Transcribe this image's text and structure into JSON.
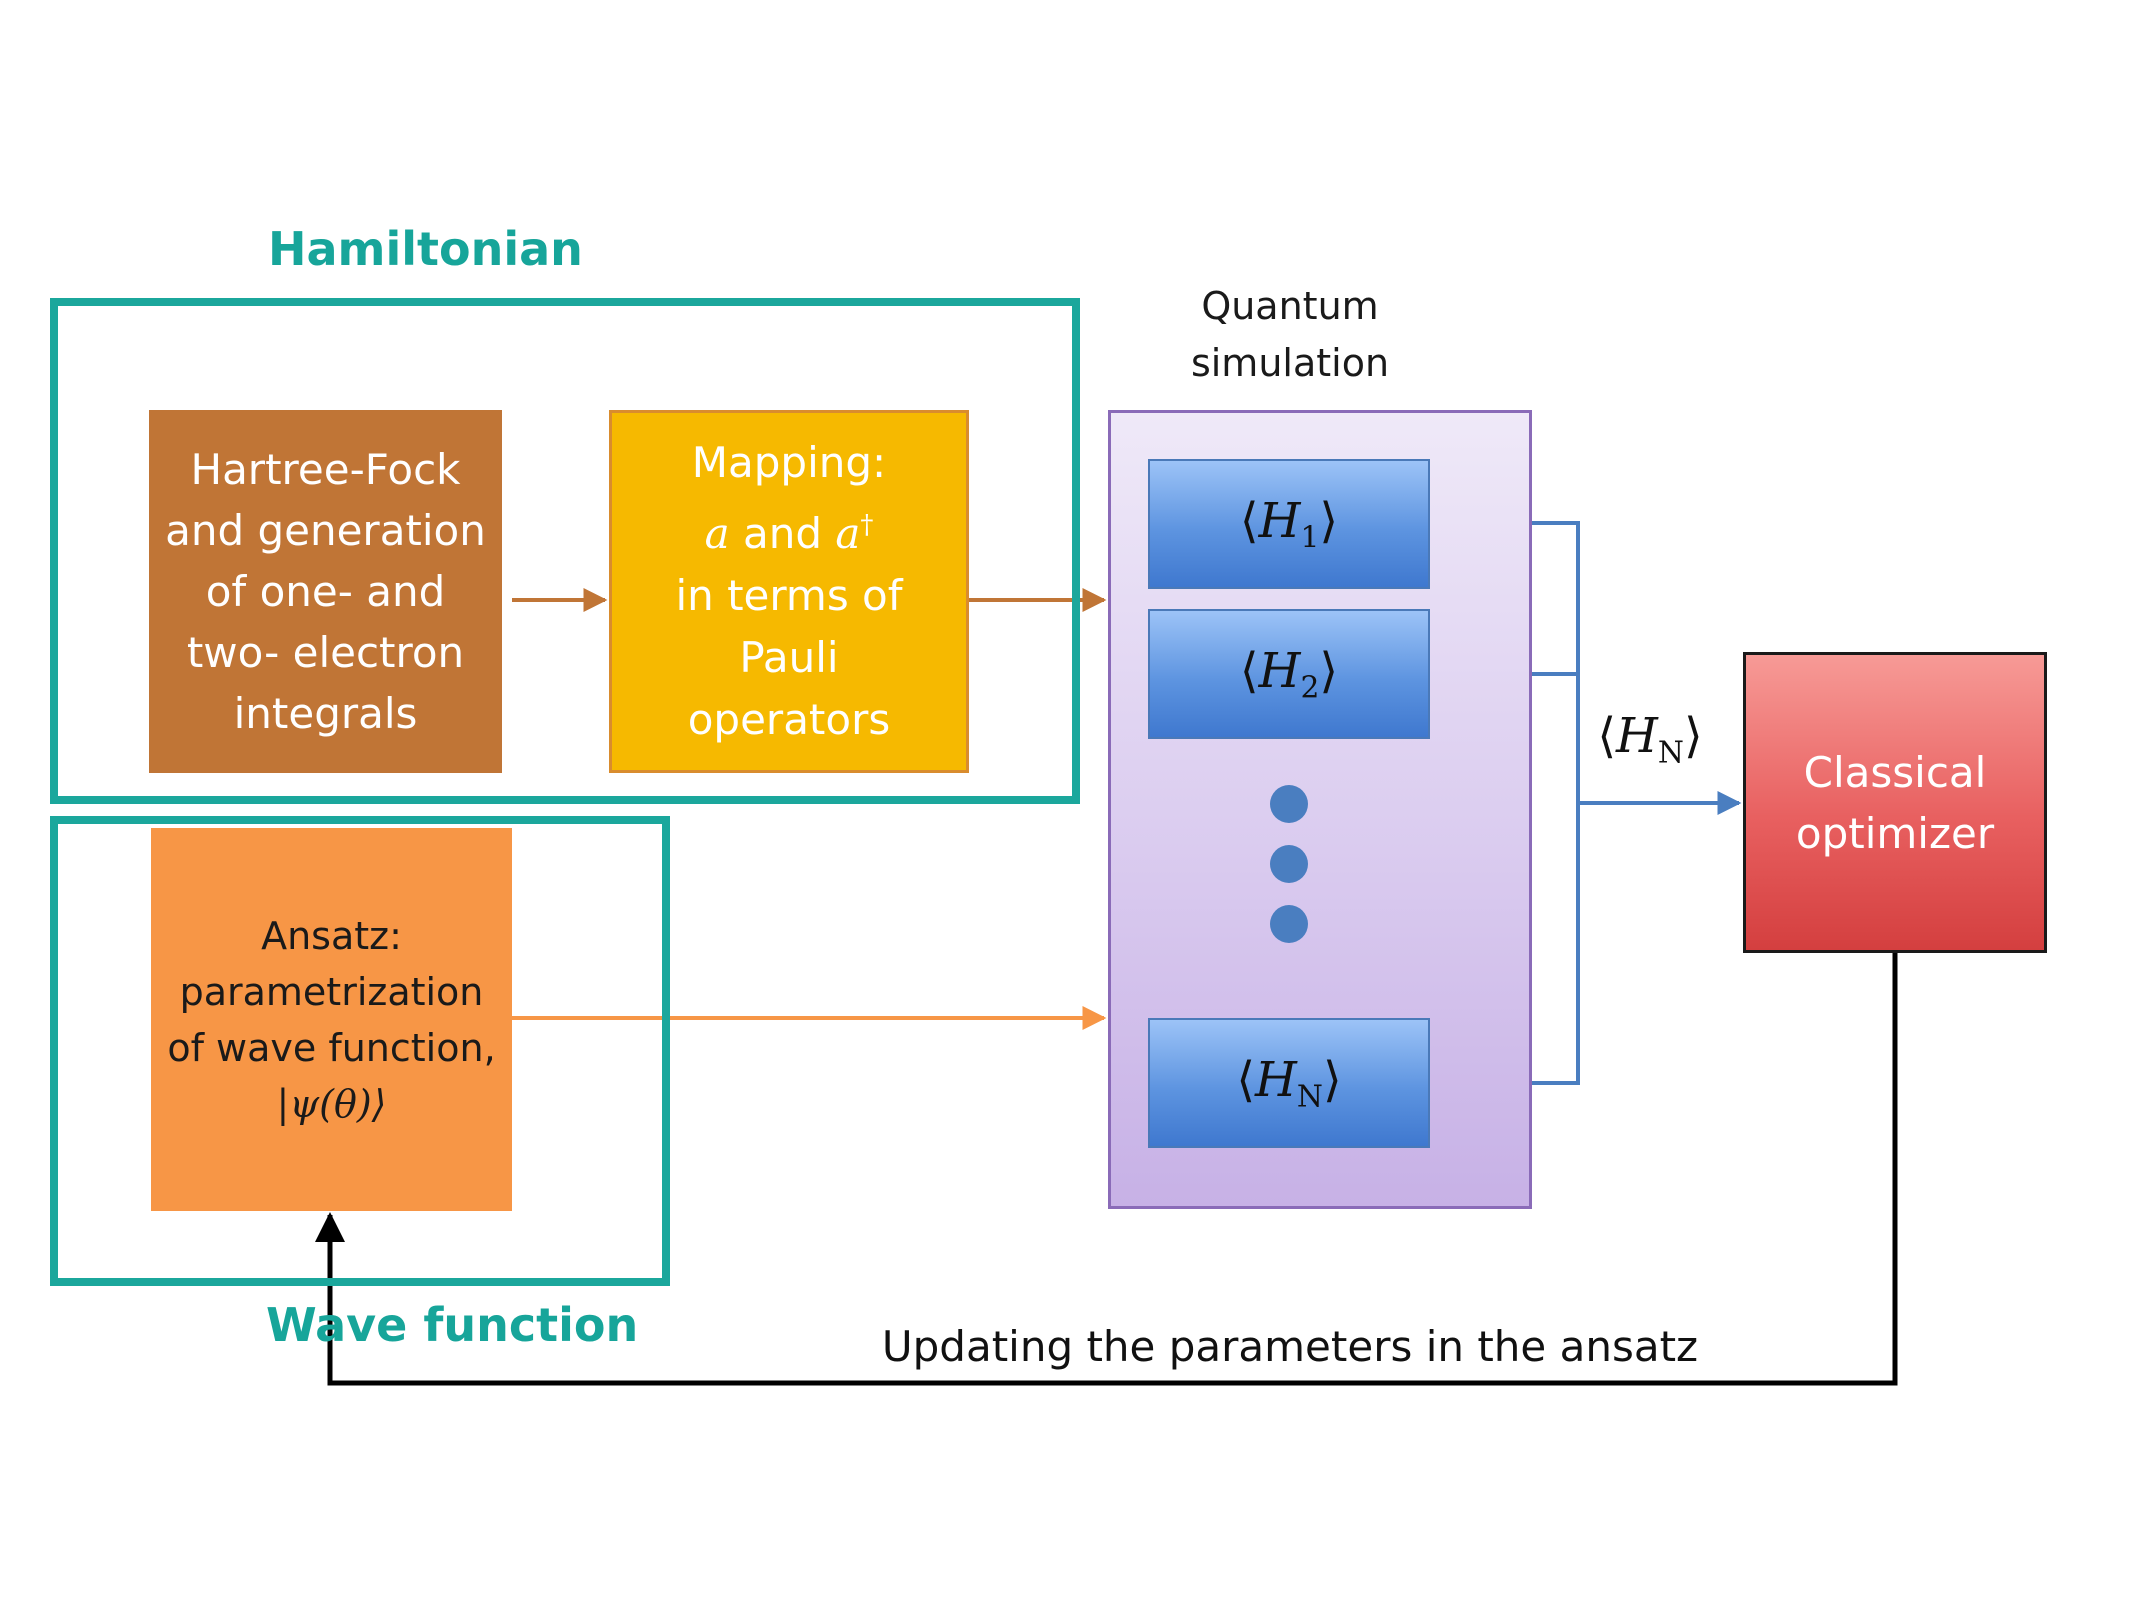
{
  "diagram": {
    "groups": {
      "hamiltonian_title": "Hamiltonian",
      "wave_function_title": "Wave function"
    },
    "hartree_fock": {
      "lines": [
        "Hartree-Fock",
        "and generation",
        "of one- and",
        "two- electron",
        "integrals"
      ]
    },
    "mapping": {
      "line1": "Mapping:",
      "math_a": "a",
      "and_word": " and ",
      "math_a2": "a",
      "dagger": "†",
      "line3": "in terms of",
      "line4": "Pauli",
      "line5": "operators"
    },
    "ansatz": {
      "lines": [
        "Ansatz:",
        "parametrization",
        "of wave function,"
      ],
      "state": "|ψ(θ)⟩"
    },
    "quantum_simulation": {
      "label_line1": "Quantum",
      "label_line2": "simulation",
      "expectation_boxes": [
        {
          "open": "⟨",
          "symbol": "H",
          "subscript": "1",
          "close": "⟩"
        },
        {
          "open": "⟨",
          "symbol": "H",
          "subscript": "2",
          "close": "⟩"
        },
        {
          "open": "⟨",
          "symbol": "H",
          "subscript": "N",
          "close": "⟩"
        }
      ]
    },
    "combined_output": {
      "open": "⟨",
      "symbol": "H",
      "subscript": "N",
      "close": "⟩"
    },
    "classical_optimizer": {
      "lines": [
        "Classical",
        "optimizer"
      ]
    },
    "feedback_label": "Updating the parameters in the ansatz",
    "colors": {
      "group_frame": "#1ba79c",
      "hartree_fock": "#c07536",
      "mapping": "#f6b900",
      "ansatz": "#f79646",
      "sim_panel": "#dccef0",
      "expectation_box": "#5d94e0",
      "classical_optimizer": "#e86060",
      "hamiltonian_arrow": "#c07536",
      "ansatz_arrow": "#f79646",
      "output_wires": "#4a7ec0",
      "feedback_arrow": "#000000"
    }
  }
}
